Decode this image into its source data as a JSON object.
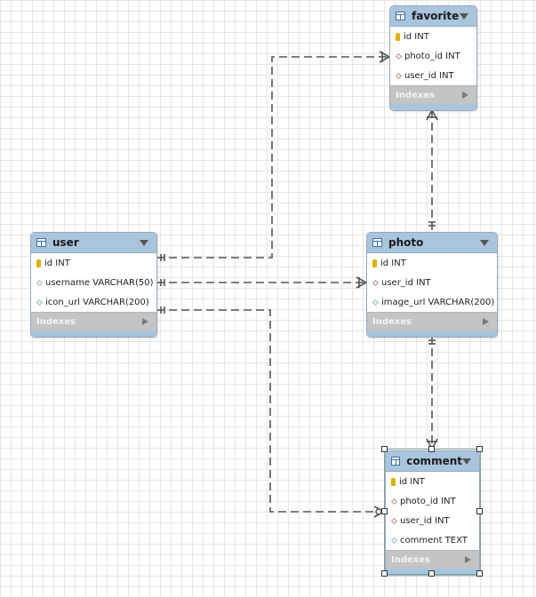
{
  "tables": {
    "favorite": {
      "name": "favorite",
      "columns": [
        {
          "icon": "primary-key-icon",
          "text": "id INT"
        },
        {
          "icon": "foreign-key-icon",
          "text": "photo_id INT"
        },
        {
          "icon": "foreign-key-icon",
          "text": "user_id INT"
        }
      ],
      "indexes_label": "Indexes"
    },
    "user": {
      "name": "user",
      "columns": [
        {
          "icon": "primary-key-icon",
          "text": "id INT"
        },
        {
          "icon": "column-icon",
          "text": "username VARCHAR(50)"
        },
        {
          "icon": "column-icon",
          "text": "icon_url VARCHAR(200)"
        }
      ],
      "indexes_label": "Indexes"
    },
    "photo": {
      "name": "photo",
      "columns": [
        {
          "icon": "primary-key-icon",
          "text": "id INT"
        },
        {
          "icon": "foreign-key-icon",
          "text": "user_id INT"
        },
        {
          "icon": "column-icon",
          "text": "image_url VARCHAR(200)"
        }
      ],
      "indexes_label": "Indexes"
    },
    "comment": {
      "name": "comment",
      "columns": [
        {
          "icon": "primary-key-icon",
          "text": "id INT"
        },
        {
          "icon": "foreign-key-icon",
          "text": "photo_id INT"
        },
        {
          "icon": "foreign-key-icon",
          "text": "user_id INT"
        },
        {
          "icon": "column-icon",
          "text": "comment TEXT"
        }
      ],
      "indexes_label": "Indexes"
    }
  },
  "relationships": [
    {
      "from": "user",
      "to": "favorite",
      "from_end": "one-and-only-one",
      "to_end": "one-or-many"
    },
    {
      "from": "user",
      "to": "photo",
      "from_end": "one-and-only-one",
      "to_end": "one-or-many"
    },
    {
      "from": "user",
      "to": "comment",
      "from_end": "one-and-only-one",
      "to_end": "zero-or-many"
    },
    {
      "from": "photo",
      "to": "favorite",
      "from_end": "one-and-only-one",
      "to_end": "one-or-many"
    },
    {
      "from": "photo",
      "to": "comment",
      "from_end": "one-and-only-one",
      "to_end": "one-or-many"
    }
  ],
  "selected_table": "comment",
  "colors": {
    "header": "#a9c5dd",
    "footer": "#c4c4c4",
    "line": "#555555",
    "primary_key": "#e2b100",
    "foreign_key": "#c98585",
    "column": "#8fbcbc"
  }
}
